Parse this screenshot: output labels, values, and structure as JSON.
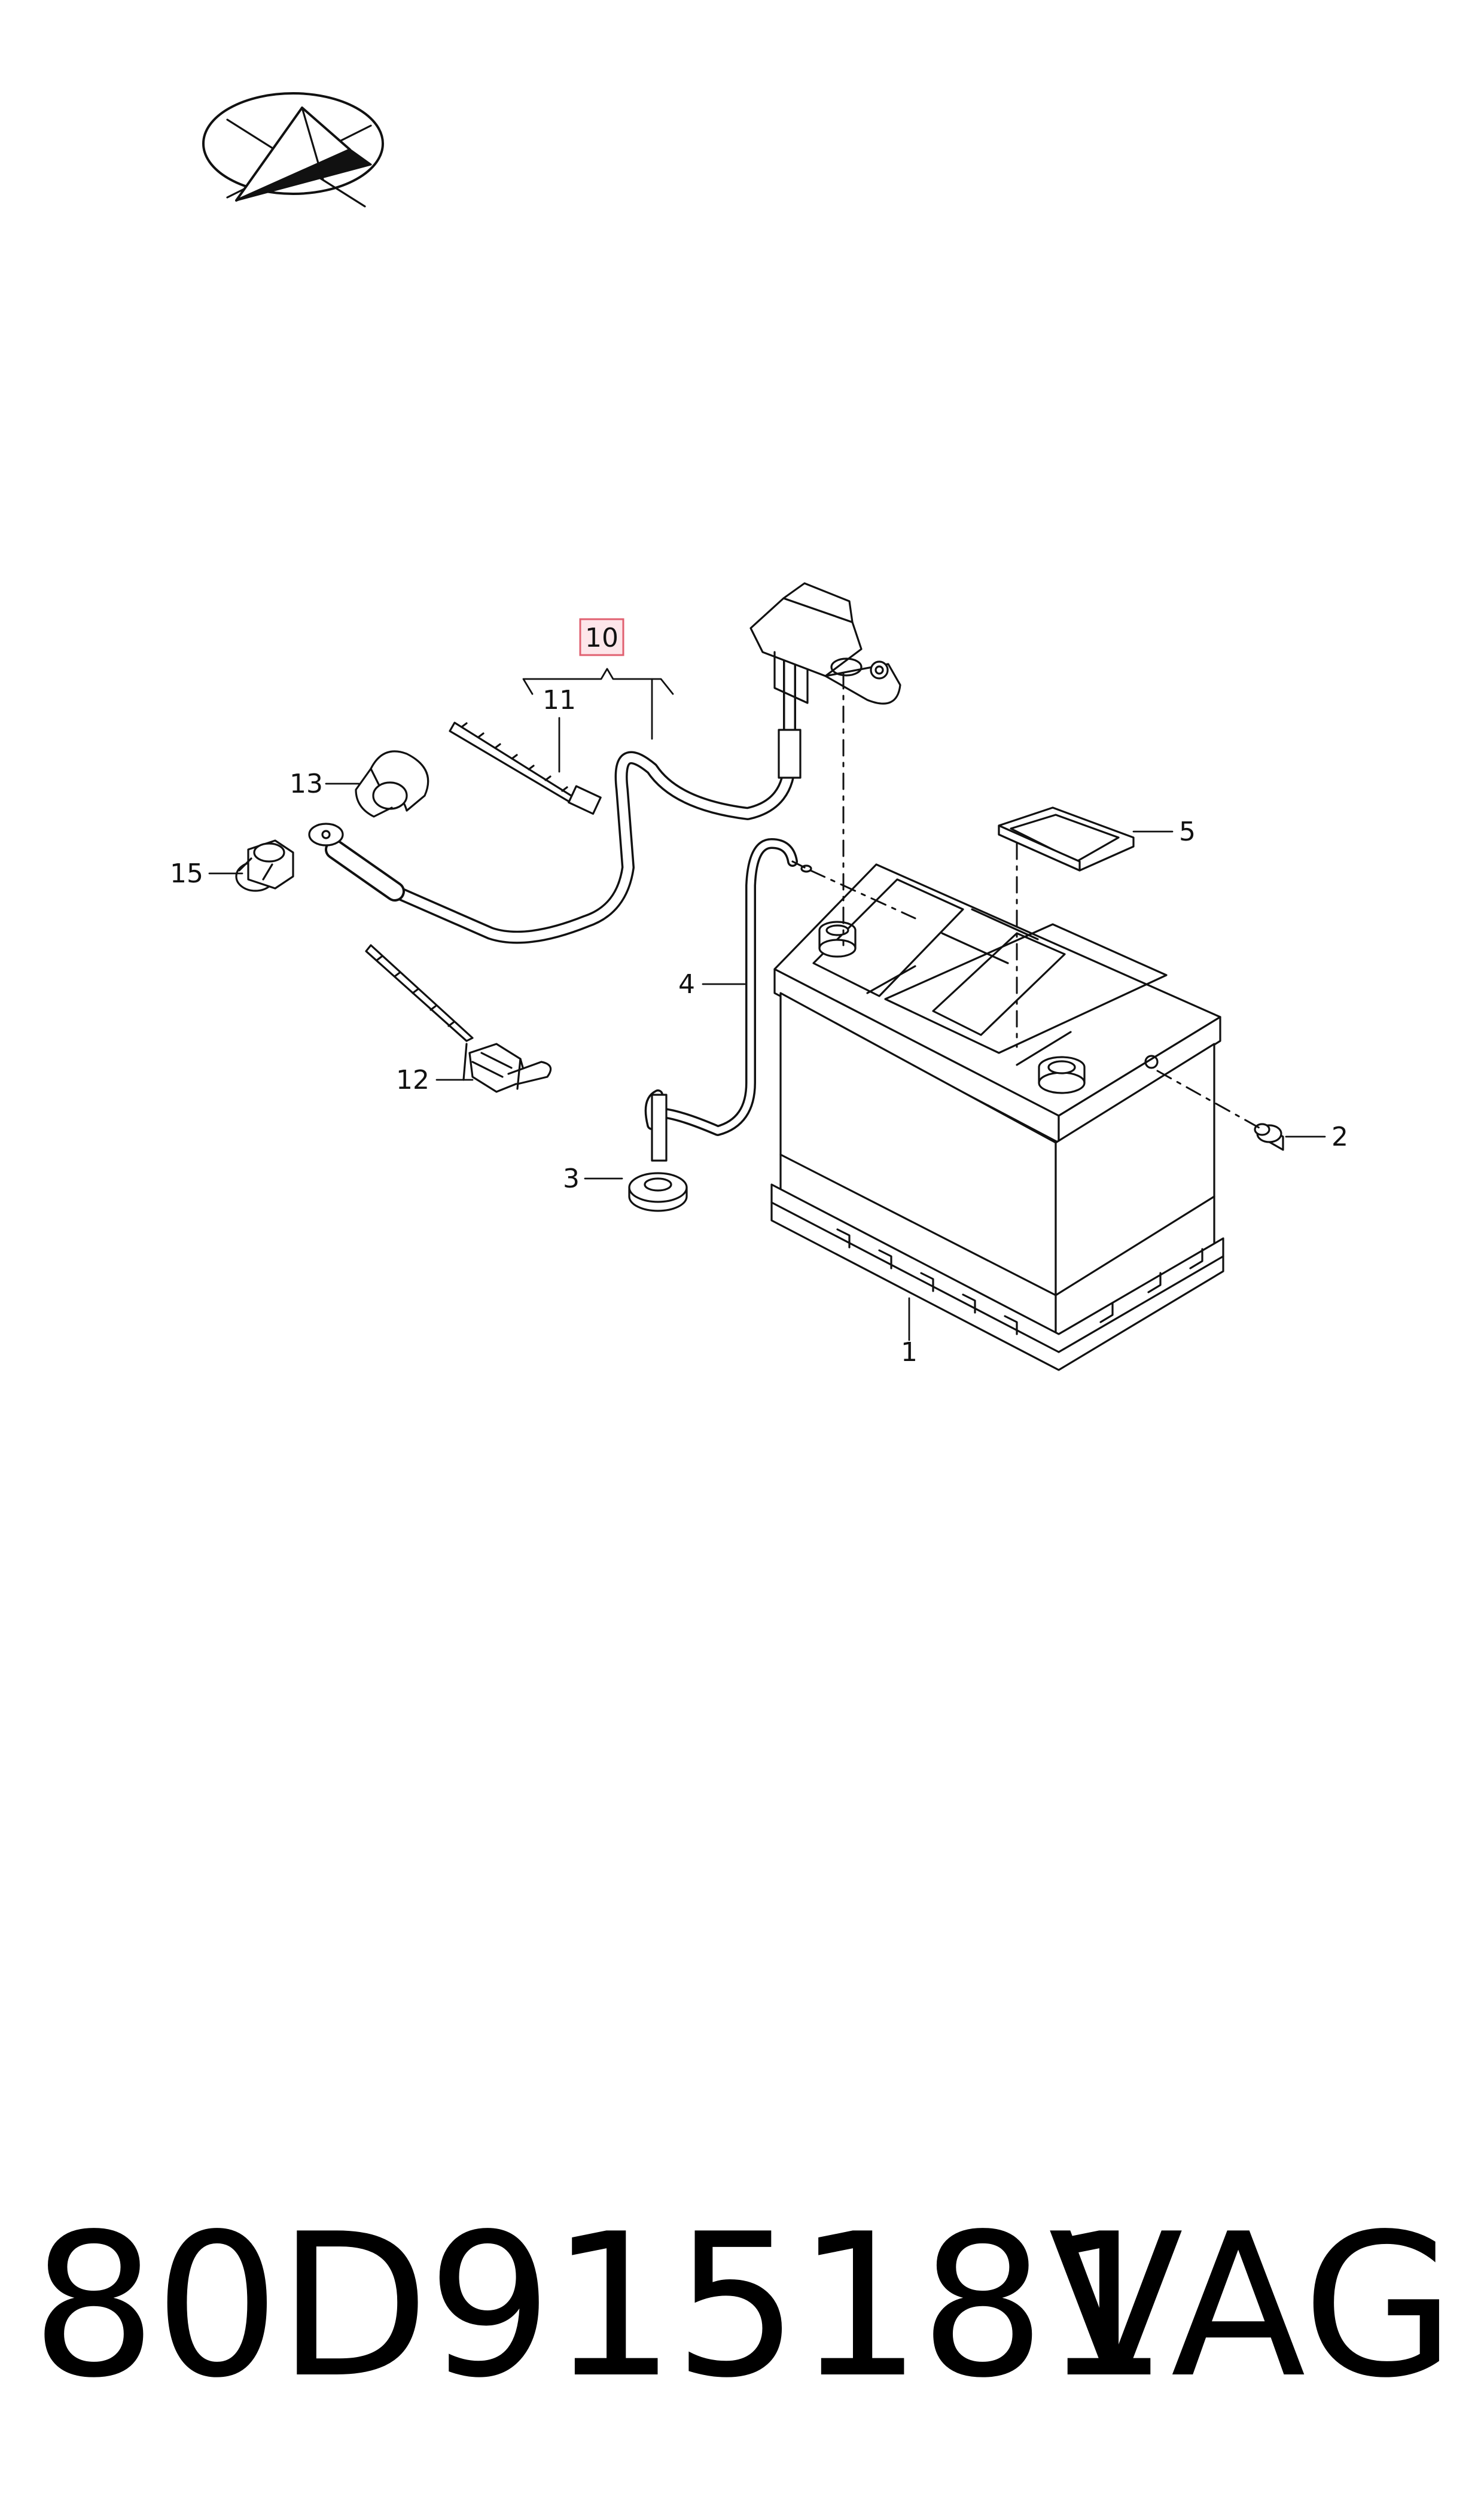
{
  "diagram": {
    "callouts": {
      "c1": "1",
      "c2": "2",
      "c3": "3",
      "c4": "4",
      "c5": "5",
      "c10": "10",
      "c11": "11",
      "c12": "12",
      "c13": "13",
      "c15": "15"
    },
    "highlight_color": "#e06070",
    "line_color": "#111111"
  },
  "footer": {
    "part_number": "80D915181",
    "brand": "VAG"
  },
  "icons": [
    "orientation-compass-icon"
  ]
}
